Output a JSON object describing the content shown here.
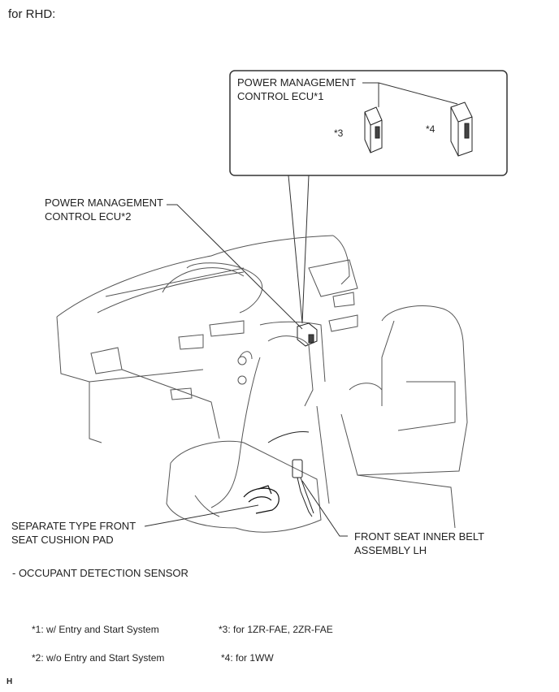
{
  "header": {
    "title": "for RHD:"
  },
  "callouts": {
    "pm_ecu1_line1": "POWER MANAGEMENT",
    "pm_ecu1_line2": "CONTROL ECU*1",
    "variant3": "*3",
    "variant4": "*4",
    "pm_ecu2_line1": "POWER MANAGEMENT",
    "pm_ecu2_line2": "CONTROL ECU*2",
    "pad_line1": "SEPARATE TYPE FRONT",
    "pad_line2": "SEAT CUSHION PAD",
    "belt_line1": "FRONT SEAT INNER BELT",
    "belt_line2": "ASSEMBLY LH"
  },
  "component_note": "- OCCUPANT DETECTION SENSOR",
  "footnotes": {
    "n1": "*1: w/ Entry and Start System",
    "n2": "*2: w/o Entry and Start System",
    "n3": "*3: for 1ZR-FAE, 2ZR-FAE",
    "n4": "*4: for 1WW"
  },
  "figure_code": "H"
}
